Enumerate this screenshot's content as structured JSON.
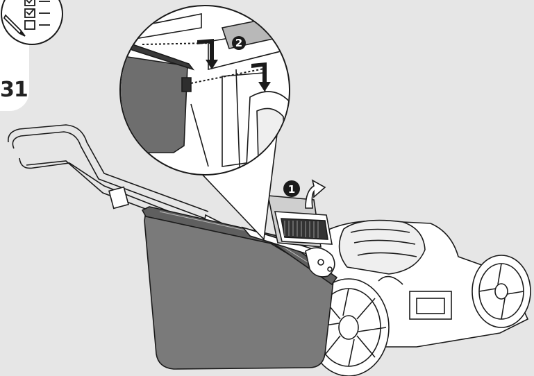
{
  "step": {
    "number": "31"
  },
  "callouts": [
    {
      "label": "2"
    },
    {
      "label": "1"
    }
  ],
  "colors": {
    "background": "#e6e6e6",
    "line": "#1a1a1a",
    "bag": "#7a7a7a",
    "bag_dark": "#5f5f5f",
    "panel": "#ffffff",
    "shade": "#b8b8b8"
  },
  "icons": {
    "tool_badge": "checklist-pencil-icon"
  }
}
